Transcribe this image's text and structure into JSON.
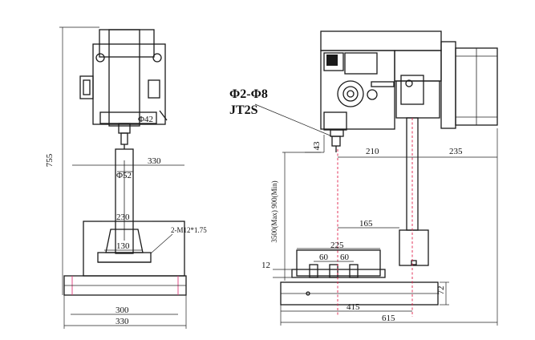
{
  "colors": {
    "line": "#1a1a1a",
    "centerline": "#e0204a",
    "background": "#ffffff"
  },
  "left_view": {
    "height_total": "755",
    "spindle_dia": "Φ42",
    "column_dia": "Φ52",
    "column_offset": "330",
    "pedestal_width": "230",
    "slot_note": "2-M12*1.75",
    "pedestal_inner": "130",
    "base_width": "300",
    "base_total": "330"
  },
  "right_view": {
    "tap_range": "Φ2-Φ8",
    "model": "JT2S",
    "spindle_nose": "43",
    "arm_reach": "210",
    "motor_reach": "235",
    "height_range": "3500(Max)\n900(Min)",
    "column_to_center": "165",
    "table_width": "225",
    "slot_pitch_1": "60",
    "slot_pitch_2": "60",
    "slot_width": "12",
    "base_height": "72",
    "base_width": "415",
    "base_total": "615"
  }
}
